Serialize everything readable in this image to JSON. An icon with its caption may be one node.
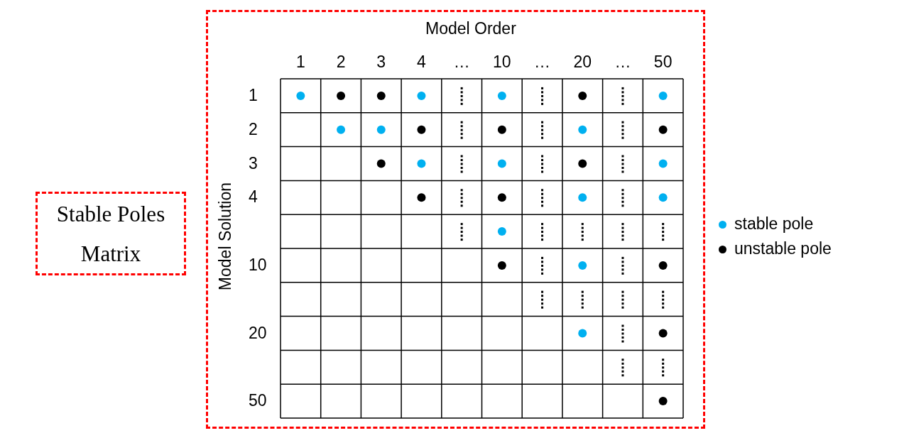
{
  "diagram": {
    "nodes": [
      {
        "text": [
          "Stable Poles Matrix"
        ]
      },
      {
        "text": [
          "Model Order",
          "Model Solution"
        ]
      }
    ],
    "labels": [
      "1",
      "2",
      "3",
      "4",
      "…",
      "10",
      "…",
      "20",
      "…",
      "50",
      "1",
      "2",
      "3",
      "4",
      "10",
      "20",
      "50"
    ],
    "legend": [
      {
        "text": "stable pole",
        "color": "#00b0f0"
      },
      {
        "text": "unstable pole",
        "color": "#000000"
      }
    ]
  }
}
